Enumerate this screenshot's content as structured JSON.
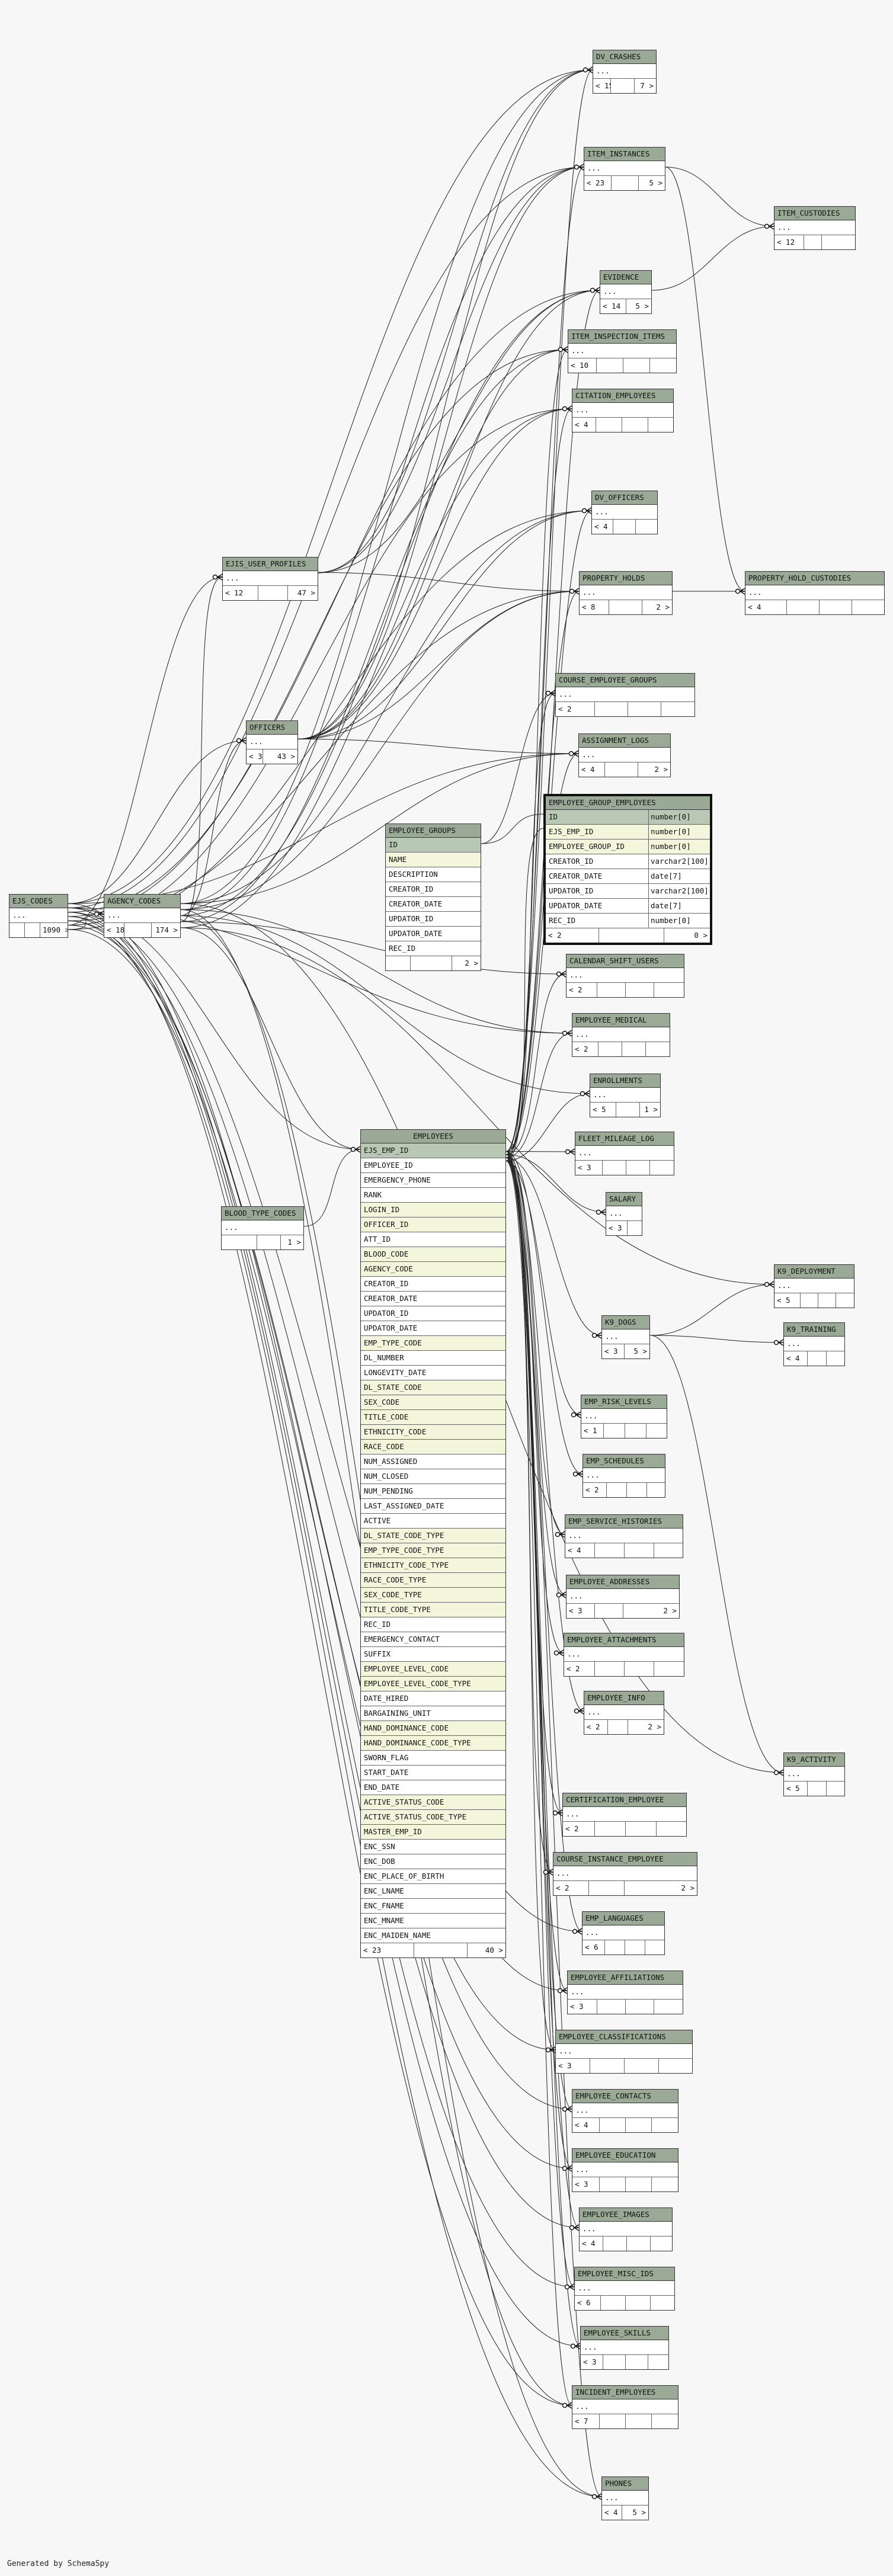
{
  "footer": {
    "generated_by": "Generated by SchemaSpy"
  },
  "tables": [
    {
      "id": "ejs_codes",
      "name": "EJS_CODES",
      "rows": [
        "..."
      ],
      "footer": [
        "",
        "",
        "1090 >"
      ]
    },
    {
      "id": "agency_codes",
      "name": "AGENCY_CODES",
      "rows": [
        "..."
      ],
      "footer": [
        "< 18",
        "",
        "174 >"
      ]
    },
    {
      "id": "officers",
      "name": "OFFICERS",
      "rows": [
        "..."
      ],
      "footer": [
        "< 3",
        "43 >"
      ]
    },
    {
      "id": "ejis_user_profiles",
      "name": "EJIS_USER_PROFILES",
      "rows": [
        "..."
      ],
      "footer": [
        "< 12",
        "",
        "47 >"
      ]
    },
    {
      "id": "blood_type_codes",
      "name": "BLOOD_TYPE_CODES",
      "rows": [
        "..."
      ],
      "footer": [
        "",
        "",
        "1 >"
      ]
    },
    {
      "id": "employee_groups",
      "name": "EMPLOYEE_GROUPS",
      "rows": [
        "ID",
        "NAME",
        "DESCRIPTION",
        "CREATOR_ID",
        "CREATOR_DATE",
        "UPDATOR_ID",
        "UPDATOR_DATE",
        "REC_ID"
      ],
      "footer": [
        "",
        "",
        "2 >"
      ]
    },
    {
      "id": "employees",
      "name": "EMPLOYEES",
      "center": true,
      "rows": [
        "EJS_EMP_ID",
        "EMPLOYEE_ID",
        "EMERGENCY_PHONE",
        "RANK",
        "LOGIN_ID",
        "OFFICER_ID",
        "ATT_ID",
        "BLOOD_CODE",
        "AGENCY_CODE",
        "CREATOR_ID",
        "CREATOR_DATE",
        "UPDATOR_ID",
        "UPDATOR_DATE",
        "EMP_TYPE_CODE",
        "DL_NUMBER",
        "LONGEVITY_DATE",
        "DL_STATE_CODE",
        "SEX_CODE",
        "TITLE_CODE",
        "ETHNICITY_CODE",
        "RACE_CODE",
        "NUM_ASSIGNED",
        "NUM_CLOSED",
        "NUM_PENDING",
        "LAST_ASSIGNED_DATE",
        "ACTIVE",
        "DL_STATE_CODE_TYPE",
        "EMP_TYPE_CODE_TYPE",
        "ETHNICITY_CODE_TYPE",
        "RACE_CODE_TYPE",
        "SEX_CODE_TYPE",
        "TITLE_CODE_TYPE",
        "REC_ID",
        "EMERGENCY_CONTACT",
        "SUFFIX",
        "EMPLOYEE_LEVEL_CODE",
        "EMPLOYEE_LEVEL_CODE_TYPE",
        "DATE_HIRED",
        "BARGAINING_UNIT",
        "HAND_DOMINANCE_CODE",
        "HAND_DOMINANCE_CODE_TYPE",
        "SWORN_FLAG",
        "START_DATE",
        "END_DATE",
        "ACTIVE_STATUS_CODE",
        "ACTIVE_STATUS_CODE_TYPE",
        "MASTER_EMP_ID",
        "ENC_SSN",
        "ENC_DOB",
        "ENC_PLACE_OF_BIRTH",
        "ENC_LNAME",
        "ENC_FNAME",
        "ENC_MNAME",
        "ENC_MAIDEN_NAME"
      ],
      "footer": [
        "< 23",
        "",
        "40 >"
      ]
    },
    {
      "id": "employee_group_employees",
      "name": "EMPLOYEE_GROUP_EMPLOYEES",
      "rows": [
        "ID",
        "EJS_EMP_ID",
        "EMPLOYEE_GROUP_ID",
        "CREATOR_ID",
        "CREATOR_DATE",
        "UPDATOR_ID",
        "UPDATOR_DATE",
        "REC_ID"
      ],
      "types": [
        "number[0]",
        "number[0]",
        "number[0]",
        "varchar2[100]",
        "date[7]",
        "varchar2[100]",
        "date[7]",
        "number[0]"
      ],
      "footer": [
        "< 2",
        "",
        "0 >"
      ]
    },
    {
      "id": "dv_crashes",
      "name": "DV_CRASHES",
      "rows": [
        "..."
      ],
      "footer": [
        "< 15",
        "",
        "7 >"
      ]
    },
    {
      "id": "item_instances",
      "name": "ITEM_INSTANCES",
      "rows": [
        "..."
      ],
      "footer": [
        "< 23",
        "",
        "5 >"
      ]
    },
    {
      "id": "item_custodies",
      "name": "ITEM_CUSTODIES",
      "rows": [
        "..."
      ],
      "footer": [
        "< 12",
        "",
        ""
      ]
    },
    {
      "id": "evidence",
      "name": "EVIDENCE",
      "rows": [
        "..."
      ],
      "footer": [
        "< 14",
        "5 >"
      ]
    },
    {
      "id": "item_inspection_items",
      "name": "ITEM_INSPECTION_ITEMS",
      "rows": [
        "..."
      ],
      "footer": [
        "< 10",
        "",
        "",
        ""
      ]
    },
    {
      "id": "citation_employees",
      "name": "CITATION_EMPLOYEES",
      "rows": [
        "..."
      ],
      "footer": [
        "< 4",
        "",
        "",
        ""
      ]
    },
    {
      "id": "dv_officers",
      "name": "DV_OFFICERS",
      "rows": [
        "..."
      ],
      "footer": [
        "< 4",
        "",
        ""
      ]
    },
    {
      "id": "property_holds",
      "name": "PROPERTY_HOLDS",
      "rows": [
        "..."
      ],
      "footer": [
        "< 8",
        "",
        "2 >"
      ]
    },
    {
      "id": "property_hold_custodies",
      "name": "PROPERTY_HOLD_CUSTODIES",
      "rows": [
        "..."
      ],
      "footer": [
        "< 4",
        "",
        "",
        ""
      ]
    },
    {
      "id": "course_employee_groups",
      "name": "COURSE_EMPLOYEE_GROUPS",
      "rows": [
        "..."
      ],
      "footer": [
        "< 2",
        "",
        "",
        ""
      ]
    },
    {
      "id": "assignment_logs",
      "name": "ASSIGNMENT_LOGS",
      "rows": [
        "..."
      ],
      "footer": [
        "< 4",
        "",
        "2 >"
      ]
    },
    {
      "id": "calendar_shift_users",
      "name": "CALENDAR_SHIFT_USERS",
      "rows": [
        "..."
      ],
      "footer": [
        "< 2",
        "",
        "",
        ""
      ]
    },
    {
      "id": "employee_medical",
      "name": "EMPLOYEE_MEDICAL",
      "rows": [
        "..."
      ],
      "footer": [
        "< 2",
        "",
        "",
        ""
      ]
    },
    {
      "id": "enrollments",
      "name": "ENROLLMENTS",
      "rows": [
        "..."
      ],
      "footer": [
        "< 5",
        "",
        "1 >"
      ]
    },
    {
      "id": "fleet_mileage_log",
      "name": "FLEET_MILEAGE_LOG",
      "rows": [
        "..."
      ],
      "footer": [
        "< 3",
        "",
        "",
        ""
      ]
    },
    {
      "id": "salary",
      "name": "SALARY",
      "rows": [
        "..."
      ],
      "footer": [
        "< 3",
        ""
      ]
    },
    {
      "id": "k9_deployment",
      "name": "K9_DEPLOYMENT",
      "rows": [
        "..."
      ],
      "footer": [
        "< 5",
        "",
        "",
        ""
      ]
    },
    {
      "id": "k9_dogs",
      "name": "K9_DOGS",
      "rows": [
        "..."
      ],
      "footer": [
        "< 3",
        "5 >"
      ]
    },
    {
      "id": "k9_training",
      "name": "K9_TRAINING",
      "rows": [
        "..."
      ],
      "footer": [
        "< 4",
        "",
        ""
      ]
    },
    {
      "id": "emp_risk_levels",
      "name": "EMP_RISK_LEVELS",
      "rows": [
        "..."
      ],
      "footer": [
        "< 1",
        "",
        "",
        ""
      ]
    },
    {
      "id": "emp_schedules",
      "name": "EMP_SCHEDULES",
      "rows": [
        "..."
      ],
      "footer": [
        "< 2",
        "",
        "",
        ""
      ]
    },
    {
      "id": "emp_service_histories",
      "name": "EMP_SERVICE_HISTORIES",
      "rows": [
        "..."
      ],
      "footer": [
        "< 4",
        "",
        "",
        ""
      ]
    },
    {
      "id": "employee_addresses",
      "name": "EMPLOYEE_ADDRESSES",
      "rows": [
        "..."
      ],
      "footer": [
        "< 3",
        "",
        "2 >"
      ]
    },
    {
      "id": "employee_attachments",
      "name": "EMPLOYEE_ATTACHMENTS",
      "rows": [
        "..."
      ],
      "footer": [
        "< 2",
        "",
        "",
        ""
      ]
    },
    {
      "id": "employee_info",
      "name": "EMPLOYEE_INFO",
      "rows": [
        "..."
      ],
      "footer": [
        "< 2",
        "",
        "2 >"
      ]
    },
    {
      "id": "k9_activity",
      "name": "K9_ACTIVITY",
      "rows": [
        "..."
      ],
      "footer": [
        "< 5",
        "",
        ""
      ]
    },
    {
      "id": "certification_employee",
      "name": "CERTIFICATION_EMPLOYEE",
      "rows": [
        "..."
      ],
      "footer": [
        "< 2",
        "",
        "",
        ""
      ]
    },
    {
      "id": "course_instance_employee",
      "name": "COURSE_INSTANCE_EMPLOYEE",
      "rows": [
        "..."
      ],
      "footer": [
        "< 2",
        "",
        "2 >"
      ]
    },
    {
      "id": "emp_languages",
      "name": "EMP_LANGUAGES",
      "rows": [
        "..."
      ],
      "footer": [
        "< 6",
        "",
        "",
        ""
      ]
    },
    {
      "id": "employee_affiliations",
      "name": "EMPLOYEE_AFFILIATIONS",
      "rows": [
        "..."
      ],
      "footer": [
        "< 3",
        "",
        "",
        ""
      ]
    },
    {
      "id": "employee_classifications",
      "name": "EMPLOYEE_CLASSIFICATIONS",
      "rows": [
        "..."
      ],
      "footer": [
        "< 3",
        "",
        "",
        ""
      ]
    },
    {
      "id": "employee_contacts",
      "name": "EMPLOYEE_CONTACTS",
      "rows": [
        "..."
      ],
      "footer": [
        "< 4",
        "",
        "",
        ""
      ]
    },
    {
      "id": "employee_education",
      "name": "EMPLOYEE_EDUCATION",
      "rows": [
        "..."
      ],
      "footer": [
        "< 3",
        "",
        "",
        ""
      ]
    },
    {
      "id": "employee_images",
      "name": "EMPLOYEE_IMAGES",
      "rows": [
        "..."
      ],
      "footer": [
        "< 4",
        "",
        "",
        ""
      ]
    },
    {
      "id": "employee_misc_ids",
      "name": "EMPLOYEE_MISC_IDS",
      "rows": [
        "..."
      ],
      "footer": [
        "< 6",
        "",
        "",
        ""
      ]
    },
    {
      "id": "employee_skills",
      "name": "EMPLOYEE_SKILLS",
      "rows": [
        "..."
      ],
      "footer": [
        "< 3",
        "",
        "",
        ""
      ]
    },
    {
      "id": "incident_employees",
      "name": "INCIDENT_EMPLOYEES",
      "rows": [
        "..."
      ],
      "footer": [
        "< 7",
        "",
        "",
        ""
      ]
    },
    {
      "id": "phones",
      "name": "PHONES",
      "rows": [
        "..."
      ],
      "footer": [
        "< 4",
        "5 >"
      ]
    }
  ]
}
